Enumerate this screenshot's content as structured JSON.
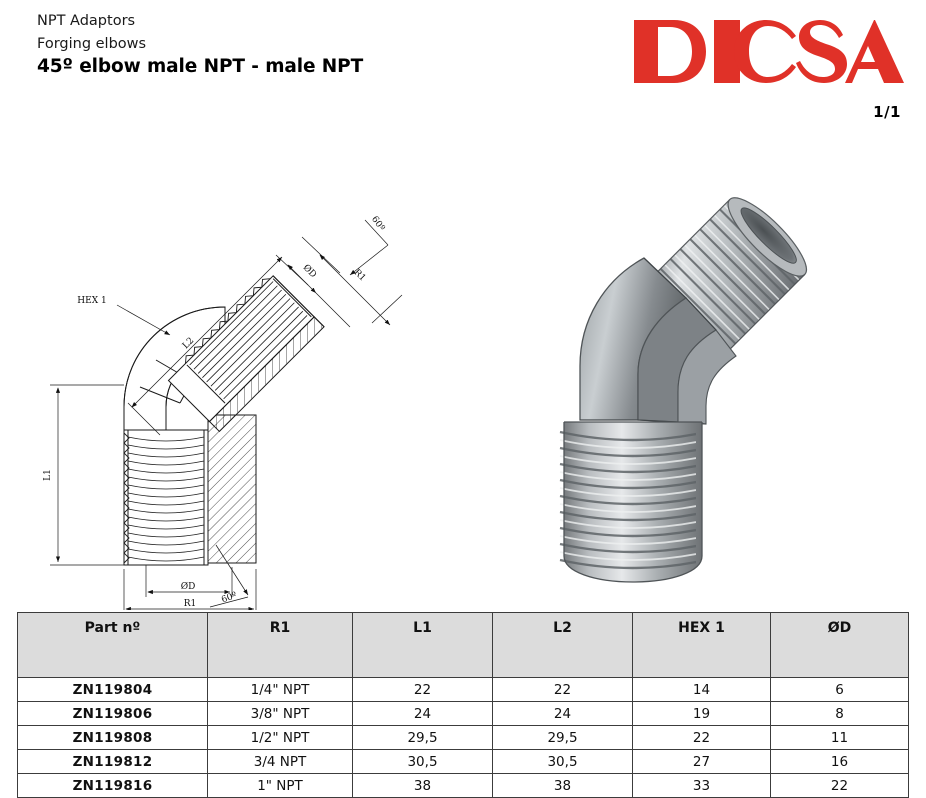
{
  "header": {
    "category": "NPT Adaptors",
    "subcategory": "Forging elbows",
    "title": "45º elbow male NPT - male NPT",
    "logo_text": "DICSA",
    "logo_color": "#e03128",
    "page_indicator": "1/1"
  },
  "drawing": {
    "labels": {
      "hex1": "HEX 1",
      "l1": "L1",
      "l2": "L2",
      "r1_top": "R1",
      "r1_bottom": "R1",
      "od_top": "ØD",
      "od_bottom": "ØD",
      "angle_top": "60º",
      "angle_bottom": "60º"
    }
  },
  "table": {
    "columns": [
      "Part nº",
      "R1",
      "L1",
      "L2",
      "HEX 1",
      "ØD"
    ],
    "rows": [
      {
        "part": "ZN119804",
        "r1": "1/4\" NPT",
        "l1": "22",
        "l2": "22",
        "hex1": "14",
        "od": "6"
      },
      {
        "part": "ZN119806",
        "r1": "3/8\" NPT",
        "l1": "24",
        "l2": "24",
        "hex1": "19",
        "od": "8"
      },
      {
        "part": "ZN119808",
        "r1": "1/2\" NPT",
        "l1": "29,5",
        "l2": "29,5",
        "hex1": "22",
        "od": "11"
      },
      {
        "part": "ZN119812",
        "r1": "3/4 NPT",
        "l1": "30,5",
        "l2": "30,5",
        "hex1": "27",
        "od": "16"
      },
      {
        "part": "ZN119816",
        "r1": "1\" NPT",
        "l1": "38",
        "l2": "38",
        "hex1": "33",
        "od": "22"
      }
    ]
  }
}
